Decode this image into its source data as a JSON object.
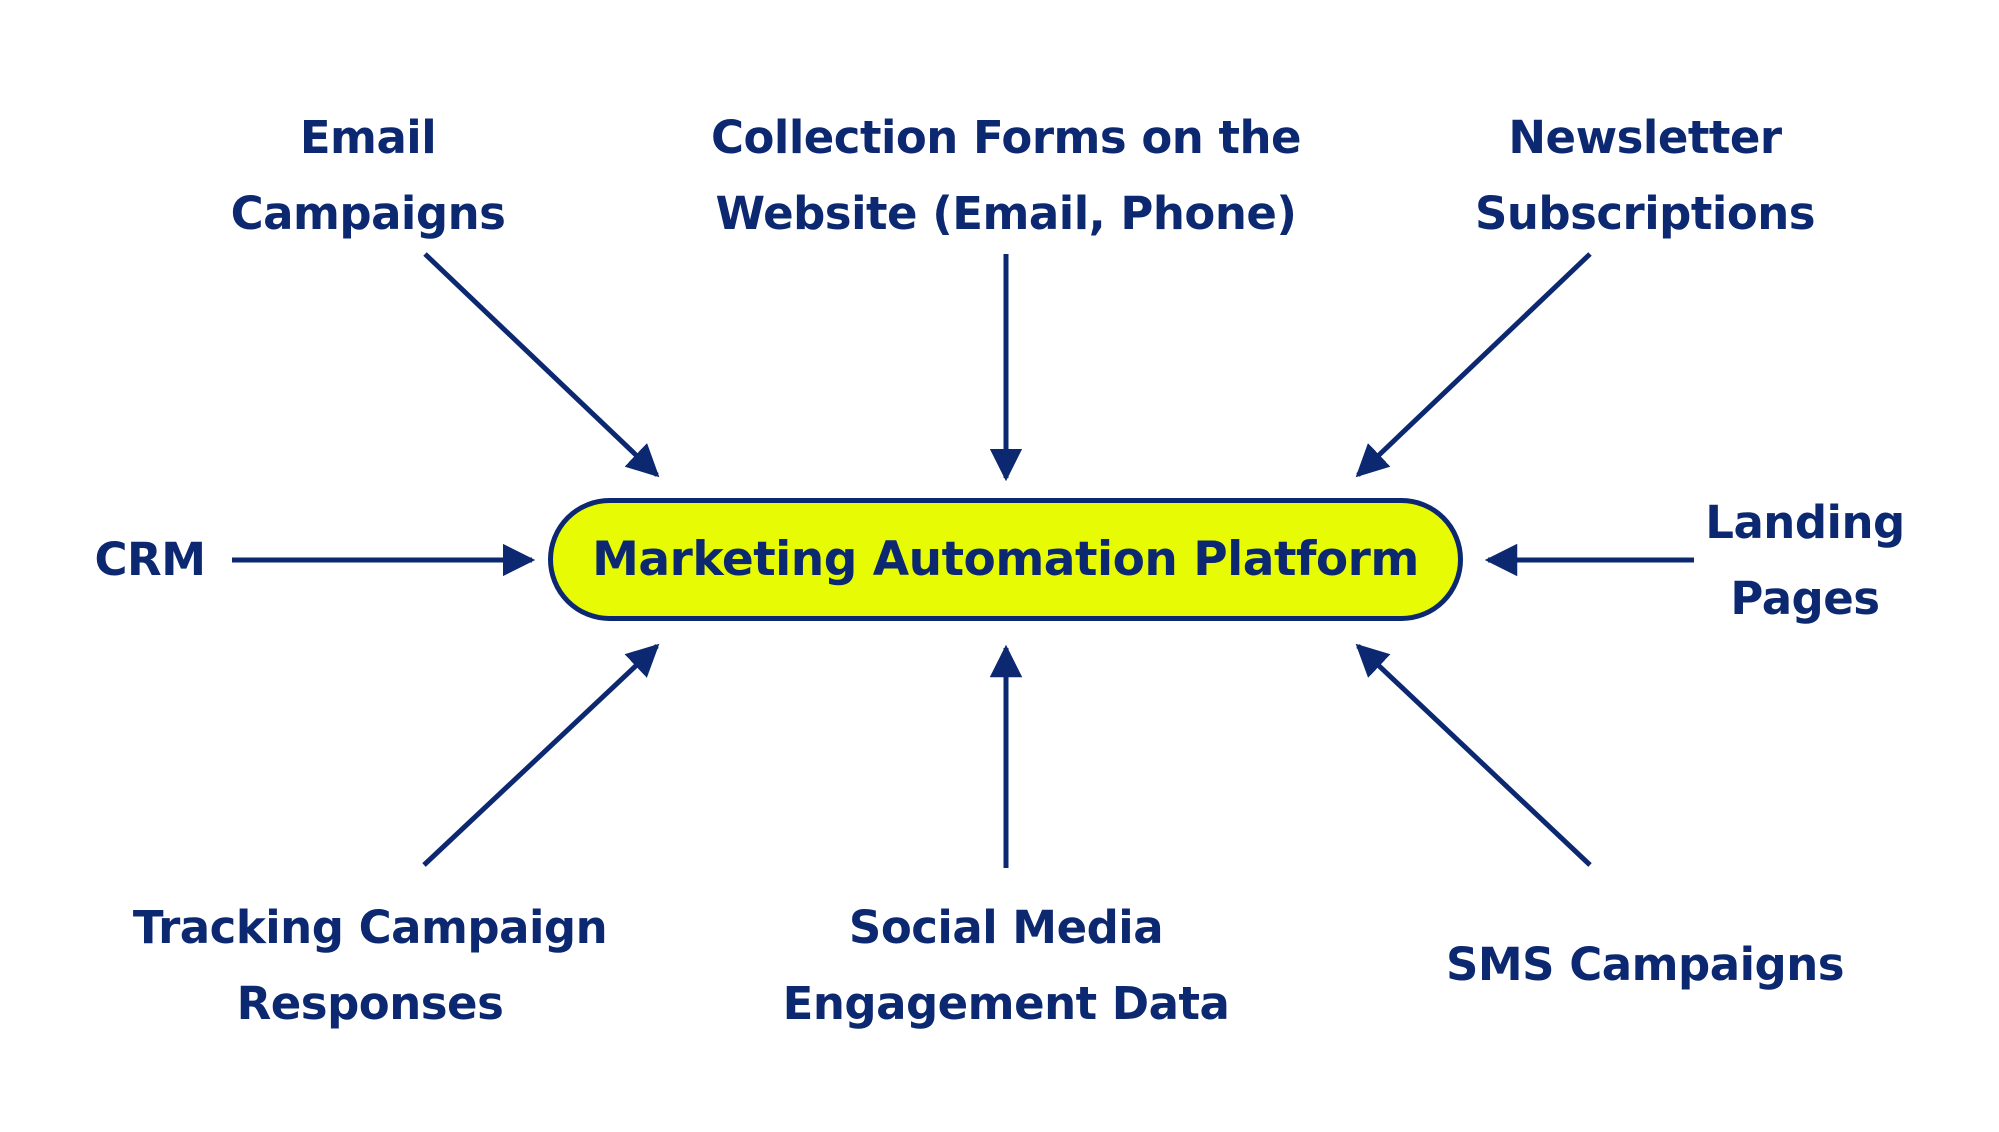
{
  "hub": {
    "label": "Marketing Automation Platform"
  },
  "sources": {
    "email_campaigns": [
      "Email",
      "Campaigns"
    ],
    "collection_forms": [
      "Collection Forms on the",
      "Website (Email, Phone)"
    ],
    "newsletter": [
      "Newsletter",
      "Subscriptions"
    ],
    "crm": [
      "CRM"
    ],
    "landing_pages": [
      "Landing",
      "Pages"
    ],
    "tracking": [
      "Tracking Campaign",
      "Responses"
    ],
    "social_media": [
      "Social Media",
      "Engagement Data"
    ],
    "sms": [
      "SMS Campaigns"
    ]
  },
  "colors": {
    "ink": "#0c2870",
    "hub_fill": "#e6fb04",
    "background": "#ffffff"
  }
}
